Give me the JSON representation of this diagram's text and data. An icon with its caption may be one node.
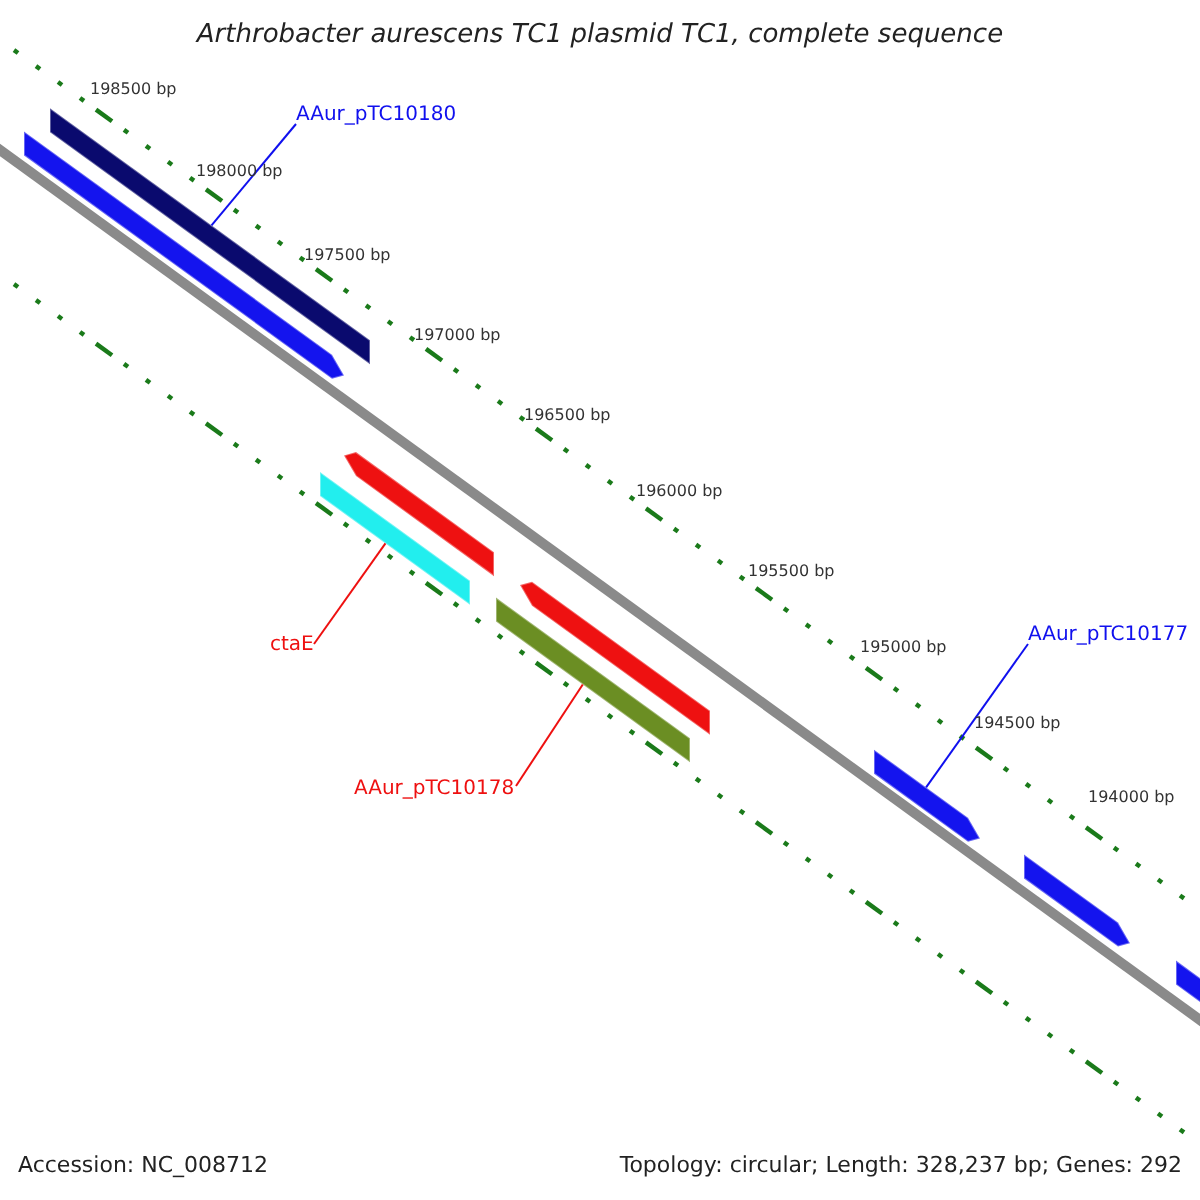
{
  "diagram": {
    "title": "Arthrobacter aurescens TC1 plasmid TC1, complete sequence",
    "nodes": [
      {
        "text": [
          "AAur_pTC10180"
        ]
      },
      {
        "text": [],
        "shape": "bar"
      },
      {
        "text": [],
        "shape": "bar"
      },
      {
        "text": [],
        "shape": "bar"
      },
      {
        "text": [],
        "shape": "bar"
      },
      {
        "text": [
          "ctaE"
        ]
      },
      {
        "text": [],
        "shape": "bar"
      },
      {
        "text": [],
        "shape": "bar"
      },
      {
        "text": [
          "AAur_pTC10178"
        ]
      },
      {
        "text": [
          "AAur_pTC10177"
        ]
      },
      {
        "text": [],
        "shape": "bar"
      },
      {
        "text": [],
        "shape": "bar"
      },
      {
        "text": [],
        "shape": "bar"
      }
    ],
    "edges": [
      {
        "from": 0,
        "to": 1,
        "arrow": "none",
        "color": "#1010ee"
      },
      {
        "from": 5,
        "to": 4,
        "arrow": "none",
        "color": "#ee1010"
      },
      {
        "from": 8,
        "to": 7,
        "arrow": "none",
        "color": "#ee1010"
      },
      {
        "from": 9,
        "to": 10,
        "arrow": "none",
        "color": "#1010ee"
      }
    ],
    "labels": [
      "198500 bp",
      "198000 bp",
      "197500 bp",
      "197000 bp",
      "196500 bp",
      "196000 bp",
      "195500 bp",
      "195000 bp",
      "194500 bp",
      "194000 bp",
      "Accession: NC_008712",
      "Topology: circular; Length: 328,237 bp; Genes: 292"
    ]
  }
}
